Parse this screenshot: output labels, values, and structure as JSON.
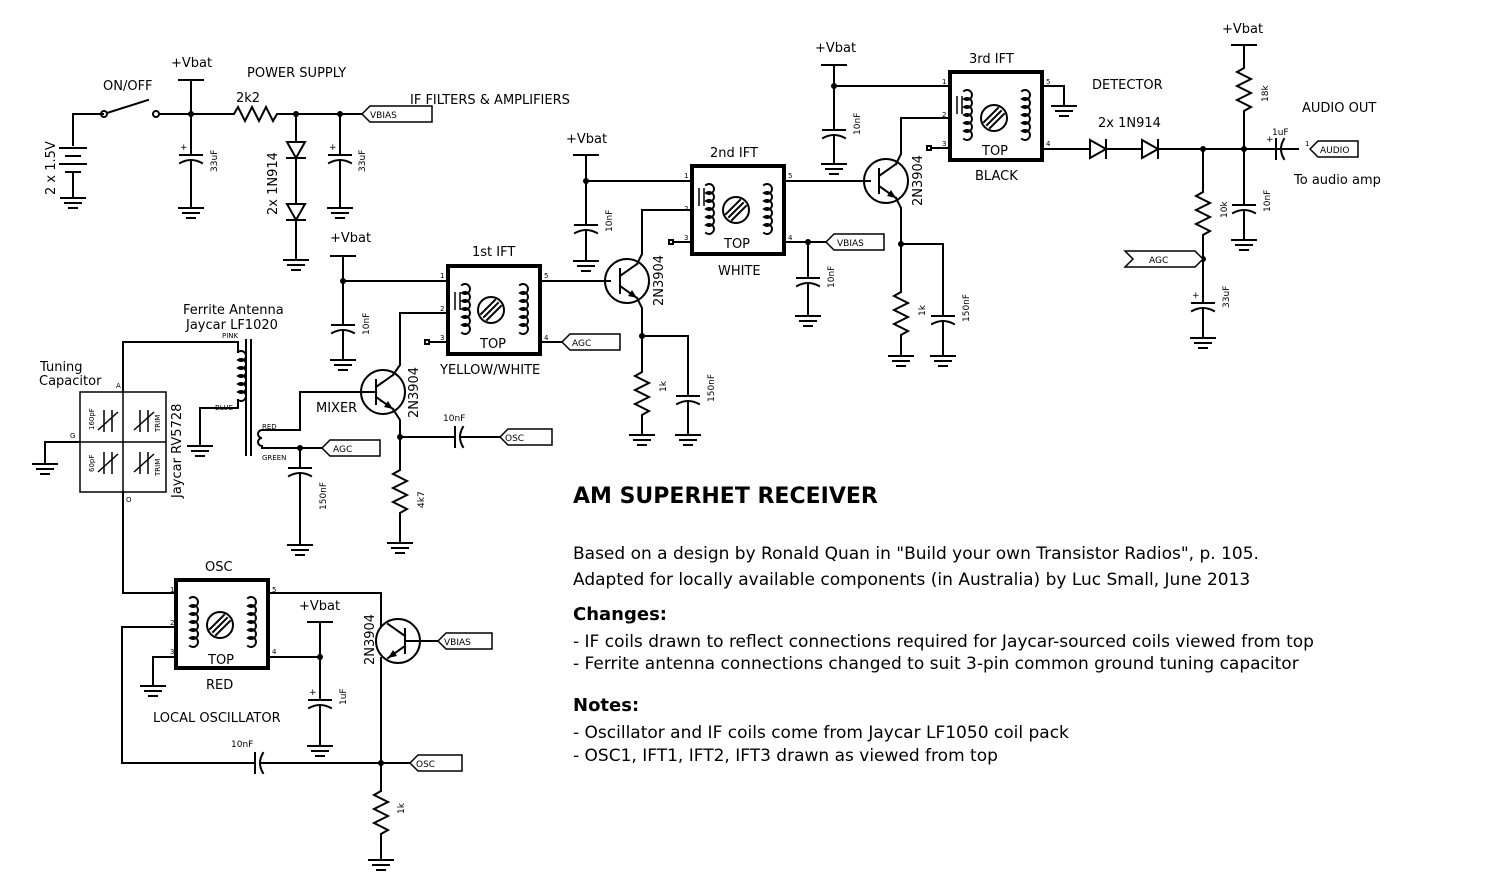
{
  "labels": {
    "vbat": "+Vbat",
    "on_off": "ON/OFF",
    "power_supply": "POWER SUPPLY",
    "if_filters": "IF FILTERS & AMPLIFIERS",
    "detector": "DETECTOR",
    "audio_out": "AUDIO OUT",
    "to_audio_amp": "To audio amp",
    "battery": "2 x 1.5V",
    "r_2k2": "2k2",
    "cap_33uf": "33uF",
    "diodes_1n914": "2x 1N914",
    "vbias": "VBIAS",
    "agc": "AGC",
    "osc": "OSC",
    "audio": "AUDIO",
    "ift1": "1st IFT",
    "ift2": "2nd IFT",
    "ift3": "3rd IFT",
    "top": "TOP",
    "yellow_white": "YELLOW/WHITE",
    "white": "WHITE",
    "black": "BLACK",
    "red": "RED",
    "osc_label": "OSC",
    "local_oscillator": "LOCAL OSCILLATOR",
    "mixer": "MIXER",
    "transistor": "2N3904",
    "cap_10nf": "10nF",
    "cap_150nf": "150nF",
    "cap_1uf": "1uF",
    "r_1k": "1k",
    "r_4k7": "4k7",
    "r_10k": "10k",
    "r_18k": "18k",
    "ferrite_antenna": "Ferrite Antenna",
    "jaycar_lf1020": "Jaycar LF1020",
    "tuning": "Tuning",
    "capacitor": "Capacitor",
    "jaycar_rv5728": "Jaycar RV5728",
    "pink": "PINK",
    "blue": "BLUE",
    "wire_red": "RED",
    "green": "GREEN",
    "cap_160pf": "160pF",
    "cap_60pf": "60pF",
    "trim": "TRIM",
    "pin_a": "A",
    "pin_g": "G",
    "pin_o": "O",
    "pin1": "1",
    "pin2": "2",
    "pin3": "3",
    "pin4": "4",
    "pin5": "5"
  },
  "notes": {
    "title": "AM SUPERHET RECEIVER",
    "line1": "Based on a design by Ronald Quan in \"Build your own Transistor Radios\", p. 105.",
    "line2": "Adapted for locally available components (in Australia) by Luc Small, June 2013",
    "changes_heading": "Changes:",
    "change1": "-   IF coils drawn to reflect connections required for Jaycar-sourced coils viewed from top",
    "change2": "-   Ferrite antenna connections changed to suit 3-pin common ground tuning capacitor",
    "notes_heading": "Notes:",
    "note1": "-   Oscillator and IF coils come from Jaycar LF1050 coil pack",
    "note2": "-   OSC1, IFT1, IFT2, IFT3 drawn as viewed from top"
  }
}
